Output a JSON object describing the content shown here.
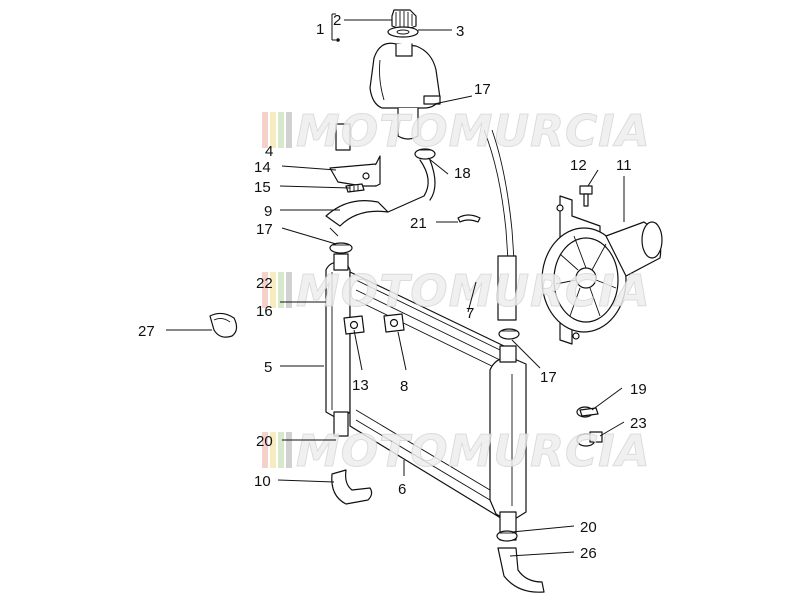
{
  "watermark": {
    "text": "MOTOMURCIA",
    "stripe_colors": [
      "#f4c9c4",
      "#f6e9b6",
      "#cfe6c2",
      "#c9c9c9"
    ]
  },
  "labels": {
    "p1": "1",
    "p2": "2",
    "p3": "3",
    "p4": "4",
    "p5": "5",
    "p6": "6",
    "p7": "7",
    "p8": "8",
    "p9": "9",
    "p10": "10",
    "p11": "11",
    "p12": "12",
    "p13": "13",
    "p14": "14",
    "p15": "15",
    "p16": "16",
    "p17a": "17",
    "p17b": "17",
    "p17c": "17",
    "p18": "18",
    "p19": "19",
    "p20a": "20",
    "p20b": "20",
    "p21": "21",
    "p22": "22",
    "p23": "23",
    "p26": "26",
    "p27": "27"
  }
}
